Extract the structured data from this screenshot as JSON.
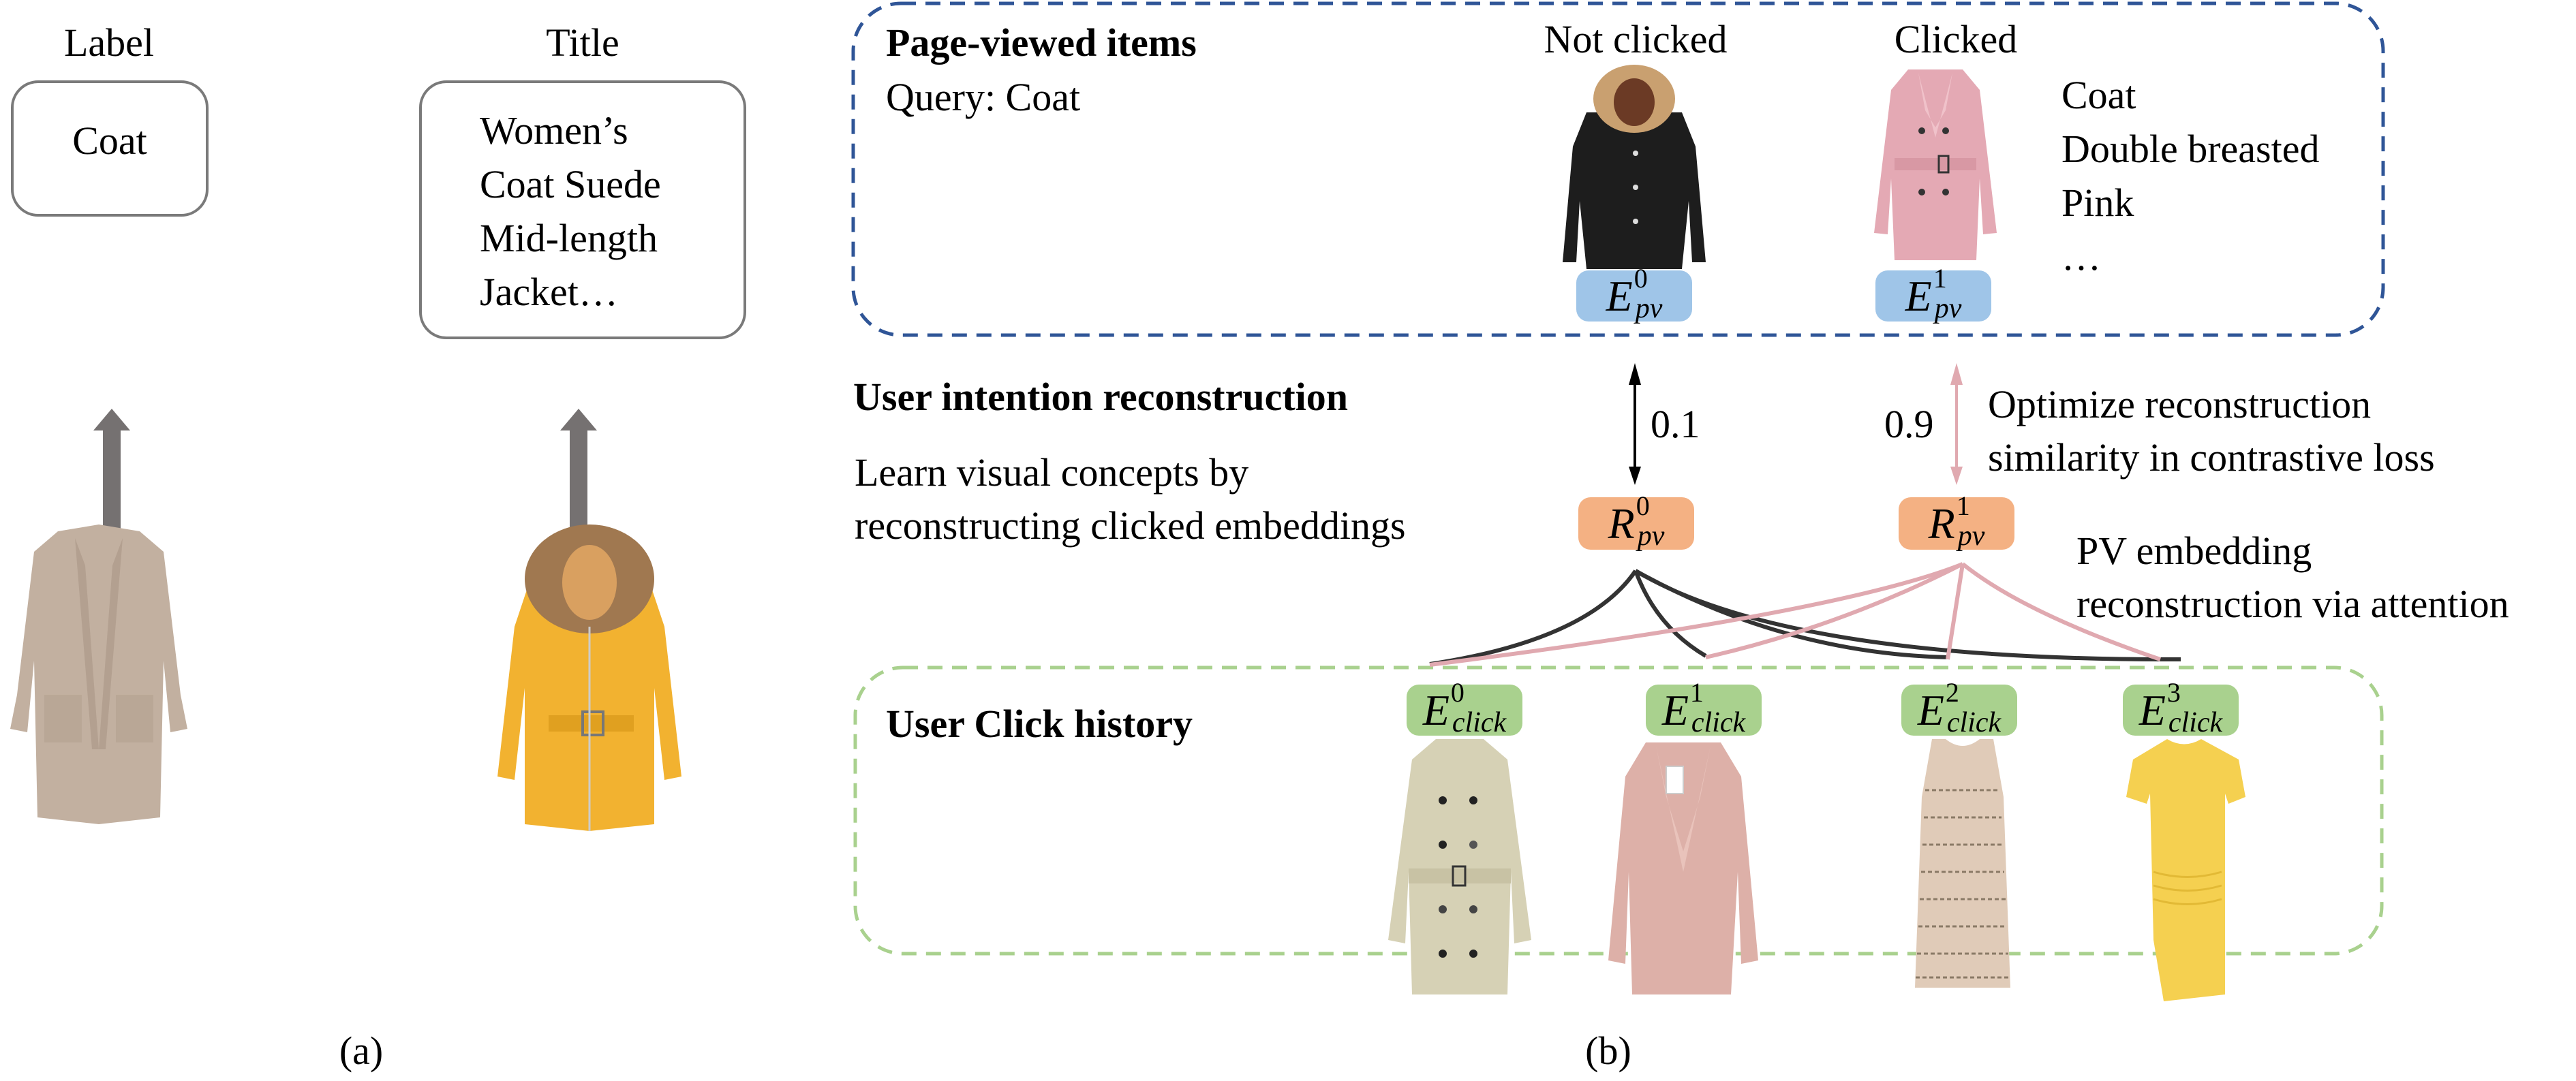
{
  "panel_a": {
    "caption": "(a)",
    "label_column": {
      "header": "Label",
      "box_text": "Coat",
      "arrow": "up-arrow",
      "image": "beige-open-coat"
    },
    "title_column": {
      "header": "Title",
      "box_lines": [
        "Women’s",
        "Coat Suede",
        "Mid-length",
        "Jacket…"
      ],
      "arrow": "bidirectional-arrow",
      "image": "yellow-fur-collar-coat"
    }
  },
  "panel_b": {
    "caption": "(b)",
    "page_viewed": {
      "title": "Page-viewed items",
      "query": "Query: Coat",
      "items": [
        {
          "status": "Not clicked",
          "image": "black-hooded-parka",
          "emb_base": "E",
          "emb_sup": "0",
          "emb_sub": "pv"
        },
        {
          "status": "Clicked",
          "image": "pink-trench-coat",
          "emb_base": "E",
          "emb_sup": "1",
          "emb_sub": "pv"
        }
      ],
      "attributes": [
        "Coat",
        "Double breasted",
        "Pink",
        "…"
      ],
      "border_color": "#2f5597"
    },
    "reconstruction": {
      "title": "User intention reconstruction",
      "desc_lines": [
        "Learn visual concepts by",
        "reconstructing clicked embeddings"
      ],
      "similarities": [
        "0.1",
        "0.9"
      ],
      "optimize_lines": [
        "Optimize reconstruction",
        "similarity in contrastive loss"
      ],
      "attention_lines": [
        "PV embedding",
        "reconstruction via attention"
      ],
      "nodes": [
        {
          "base": "R",
          "sup": "0",
          "sub": "pv"
        },
        {
          "base": "R",
          "sup": "1",
          "sub": "pv"
        }
      ],
      "colors": {
        "pv_emb": "#9fc5e8",
        "recon": "#f4b183",
        "click_emb": "#a9d18e",
        "neg_line": "#333333",
        "pos_line": "#e0a9b0"
      }
    },
    "click_history": {
      "title": "User Click history",
      "items": [
        {
          "emb_base": "E",
          "emb_sup": "0",
          "emb_sub": "click",
          "image": "beige-trench-coat"
        },
        {
          "emb_base": "E",
          "emb_sup": "1",
          "emb_sub": "click",
          "image": "pink-drawstring-jacket"
        },
        {
          "emb_base": "E",
          "emb_sup": "2",
          "emb_sub": "click",
          "image": "beige-lace-dress"
        },
        {
          "emb_base": "E",
          "emb_sup": "3",
          "emb_sub": "click",
          "image": "yellow-bodycon-dress"
        }
      ],
      "border_color": "#a9d18e"
    }
  }
}
